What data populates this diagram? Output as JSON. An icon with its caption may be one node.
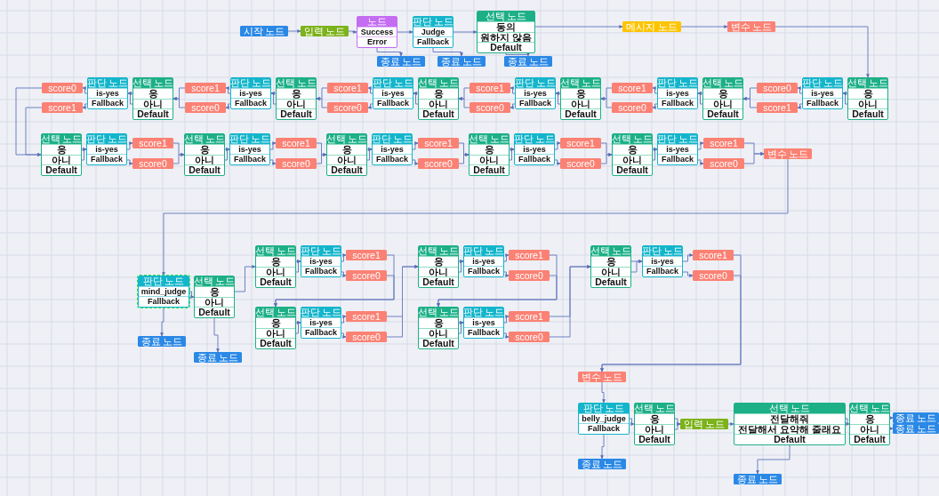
{
  "diagram": {
    "nodes": [
      {
        "text": [
          "시작 노드"
        ]
      },
      {
        "text": [
          "입력 노드"
        ]
      },
      {
        "text": [
          "노드",
          "Success",
          "Error"
        ]
      },
      {
        "text": [
          "판단 노드",
          "Judge",
          "Fallback"
        ]
      },
      {
        "text": [
          "선택 노드",
          "동의",
          "원하지 않음",
          "Default"
        ]
      },
      {
        "text": [
          "종료 노드"
        ]
      },
      {
        "text": [
          "종료 노드"
        ]
      },
      {
        "text": [
          "종료 노드"
        ]
      },
      {
        "text": [
          "메시지 노드"
        ]
      },
      {
        "text": [
          "변수 노드"
        ]
      },
      {
        "text": [
          "선택 노드",
          "응",
          "아니",
          "Default"
        ]
      },
      {
        "text": [
          "판단 노드",
          "is-yes",
          "Fallback"
        ]
      },
      {
        "text": [
          "score0"
        ]
      },
      {
        "text": [
          "score1"
        ]
      },
      {
        "text": [
          "선택 노드",
          "응",
          "아니",
          "Default"
        ]
      },
      {
        "text": [
          "판단 노드",
          "is-yes",
          "Fallback"
        ]
      },
      {
        "text": [
          "score1"
        ]
      },
      {
        "text": [
          "score0"
        ]
      },
      {
        "text": [
          "선택 노드",
          "응",
          "아니",
          "Default"
        ]
      },
      {
        "text": [
          "판단 노드",
          "is-yes",
          "Fallback"
        ]
      },
      {
        "text": [
          "score1"
        ]
      },
      {
        "text": [
          "score0"
        ]
      },
      {
        "text": [
          "선택 노드",
          "응",
          "아니",
          "Default"
        ]
      },
      {
        "text": [
          "판단 노드",
          "is-yes",
          "Fallback"
        ]
      },
      {
        "text": [
          "score1"
        ]
      },
      {
        "text": [
          "score0"
        ]
      },
      {
        "text": [
          "선택 노드",
          "응",
          "아니",
          "Default"
        ]
      },
      {
        "text": [
          "판단 노드",
          "is-yes",
          "Fallback"
        ]
      },
      {
        "text": [
          "score1"
        ]
      },
      {
        "text": [
          "score0"
        ]
      },
      {
        "text": [
          "선택 노드",
          "응",
          "아니",
          "Default"
        ]
      },
      {
        "text": [
          "판단 노드",
          "is-yes",
          "Fallback"
        ]
      },
      {
        "text": [
          "score0"
        ]
      },
      {
        "text": [
          "score1"
        ]
      },
      {
        "text": [
          "선택 노드",
          "응",
          "아니",
          "Default"
        ]
      },
      {
        "text": [
          "판단 노드",
          "is-yes",
          "Fallback"
        ]
      },
      {
        "text": [
          "score1"
        ]
      },
      {
        "text": [
          "score0"
        ]
      },
      {
        "text": [
          "선택 노드",
          "응",
          "아니",
          "Default"
        ]
      },
      {
        "text": [
          "판단 노드",
          "is-yes",
          "Fallback"
        ]
      },
      {
        "text": [
          "score1"
        ]
      },
      {
        "text": [
          "score0"
        ]
      },
      {
        "text": [
          "선택 노드",
          "응",
          "아니",
          "Default"
        ]
      },
      {
        "text": [
          "판단 노드",
          "is-yes",
          "Fallback"
        ]
      },
      {
        "text": [
          "score1"
        ]
      },
      {
        "text": [
          "score0"
        ]
      },
      {
        "text": [
          "선택 노드",
          "응",
          "아니",
          "Default"
        ]
      },
      {
        "text": [
          "판단 노드",
          "is-yes",
          "Fallback"
        ]
      },
      {
        "text": [
          "score1"
        ]
      },
      {
        "text": [
          "score0"
        ]
      },
      {
        "text": [
          "선택 노드",
          "응",
          "아니",
          "Default"
        ]
      },
      {
        "text": [
          "판단 노드",
          "is-yes",
          "Fallback"
        ]
      },
      {
        "text": [
          "score1"
        ]
      },
      {
        "text": [
          "score0"
        ]
      },
      {
        "text": [
          "변수 노드"
        ]
      },
      {
        "text": [
          "판단 노드",
          "mind_judge",
          "Fallback"
        ]
      },
      {
        "text": [
          "종료 노드"
        ]
      },
      {
        "text": [
          "선택 노드",
          "응",
          "아니",
          "Default"
        ]
      },
      {
        "text": [
          "종료 노드"
        ]
      },
      {
        "text": [
          "선택 노드",
          "응",
          "아니",
          "Default"
        ]
      },
      {
        "text": [
          "판단 노드",
          "is-yes",
          "Fallback"
        ]
      },
      {
        "text": [
          "score1"
        ]
      },
      {
        "text": [
          "score0"
        ]
      },
      {
        "text": [
          "선택 노드",
          "응",
          "아니",
          "Default"
        ]
      },
      {
        "text": [
          "판단 노드",
          "is-yes",
          "Fallback"
        ]
      },
      {
        "text": [
          "score1"
        ]
      },
      {
        "text": [
          "score0"
        ]
      },
      {
        "text": [
          "선택 노드",
          "응",
          "아니",
          "Default"
        ]
      },
      {
        "text": [
          "판단 노드",
          "is-yes",
          "Fallback"
        ]
      },
      {
        "text": [
          "score1"
        ]
      },
      {
        "text": [
          "score0"
        ]
      },
      {
        "text": [
          "선택 노드",
          "응",
          "아니",
          "Default"
        ]
      },
      {
        "text": [
          "판단 노드",
          "is-yes",
          "Fallback"
        ]
      },
      {
        "text": [
          "score1"
        ]
      },
      {
        "text": [
          "score0"
        ]
      },
      {
        "text": [
          "선택 노드",
          "응",
          "아니",
          "Default"
        ]
      },
      {
        "text": [
          "판단 노드",
          "is-yes",
          "Fallback"
        ]
      },
      {
        "text": [
          "score1"
        ]
      },
      {
        "text": [
          "score0"
        ]
      },
      {
        "text": [
          "변수 노드"
        ]
      },
      {
        "text": [
          "판단 노드",
          "belly_judge",
          "Fallback"
        ]
      },
      {
        "text": [
          "종료 노드"
        ]
      },
      {
        "text": [
          "선택 노드",
          "응",
          "아니",
          "Default"
        ]
      },
      {
        "text": [
          "입력 노드"
        ]
      },
      {
        "text": [
          "선택 노드",
          "전달해줘",
          "전달해서 요약해 줄래요",
          "Default"
        ]
      },
      {
        "text": [
          "종료 노드"
        ]
      },
      {
        "text": [
          "선택 노드",
          "응",
          "아니",
          "Default"
        ]
      },
      {
        "text": [
          "종료 노드"
        ]
      },
      {
        "text": [
          "종료 노드"
        ]
      }
    ],
    "edges": [
      {
        "from": 0,
        "to": 1,
        "arrow": "to"
      },
      {
        "from": 1,
        "to": 2,
        "arrow": "to"
      },
      {
        "from": 2,
        "to": 3,
        "arrow": "to"
      },
      {
        "from": 2,
        "to": 5,
        "arrow": "to"
      },
      {
        "from": 3,
        "to": 4,
        "arrow": "to"
      },
      {
        "from": 3,
        "to": 6,
        "arrow": "to"
      },
      {
        "from": 4,
        "to": 7,
        "arrow": "to"
      },
      {
        "from": 4,
        "to": 8,
        "arrow": "to"
      },
      {
        "from": 8,
        "to": 9,
        "arrow": "to"
      },
      {
        "from": 9,
        "to": 10,
        "arrow": "to"
      },
      {
        "from": 10,
        "to": 11,
        "arrow": "to"
      },
      {
        "from": 10,
        "to": 11,
        "arrow": "to"
      },
      {
        "from": 11,
        "to": 12,
        "arrow": "to"
      },
      {
        "from": 11,
        "to": 13,
        "arrow": "to"
      },
      {
        "from": 12,
        "to": 14,
        "arrow": "to"
      },
      {
        "from": 13,
        "to": 14,
        "arrow": "to"
      },
      {
        "from": 14,
        "to": 15,
        "arrow": "to"
      },
      {
        "from": 14,
        "to": 15,
        "arrow": "to"
      },
      {
        "from": 15,
        "to": 16,
        "arrow": "to"
      },
      {
        "from": 15,
        "to": 17,
        "arrow": "to"
      },
      {
        "from": 16,
        "to": 18,
        "arrow": "to"
      },
      {
        "from": 17,
        "to": 18,
        "arrow": "to"
      },
      {
        "from": 18,
        "to": 19,
        "arrow": "to"
      },
      {
        "from": 18,
        "to": 19,
        "arrow": "to"
      },
      {
        "from": 19,
        "to": 20,
        "arrow": "to"
      },
      {
        "from": 19,
        "to": 21,
        "arrow": "to"
      },
      {
        "from": 20,
        "to": 22,
        "arrow": "to"
      },
      {
        "from": 21,
        "to": 22,
        "arrow": "to"
      },
      {
        "from": 22,
        "to": 23,
        "arrow": "to"
      },
      {
        "from": 22,
        "to": 23,
        "arrow": "to"
      },
      {
        "from": 23,
        "to": 24,
        "arrow": "to"
      },
      {
        "from": 23,
        "to": 25,
        "arrow": "to"
      },
      {
        "from": 24,
        "to": 26,
        "arrow": "to"
      },
      {
        "from": 25,
        "to": 26,
        "arrow": "to"
      },
      {
        "from": 26,
        "to": 27,
        "arrow": "to"
      },
      {
        "from": 26,
        "to": 27,
        "arrow": "to"
      },
      {
        "from": 27,
        "to": 28,
        "arrow": "to"
      },
      {
        "from": 27,
        "to": 29,
        "arrow": "to"
      },
      {
        "from": 28,
        "to": 30,
        "arrow": "to"
      },
      {
        "from": 29,
        "to": 30,
        "arrow": "to"
      },
      {
        "from": 30,
        "to": 31,
        "arrow": "to"
      },
      {
        "from": 30,
        "to": 31,
        "arrow": "to"
      },
      {
        "from": 31,
        "to": 32,
        "arrow": "to"
      },
      {
        "from": 31,
        "to": 33,
        "arrow": "to"
      },
      {
        "from": 32,
        "to": 34,
        "arrow": "to"
      },
      {
        "from": 33,
        "to": 34,
        "arrow": "to"
      },
      {
        "from": 34,
        "to": 35,
        "arrow": "to"
      },
      {
        "from": 34,
        "to": 35,
        "arrow": "to"
      },
      {
        "from": 35,
        "to": 36,
        "arrow": "to"
      },
      {
        "from": 35,
        "to": 37,
        "arrow": "to"
      },
      {
        "from": 36,
        "to": 38,
        "arrow": "to"
      },
      {
        "from": 37,
        "to": 38,
        "arrow": "to"
      },
      {
        "from": 38,
        "to": 39,
        "arrow": "to"
      },
      {
        "from": 38,
        "to": 39,
        "arrow": "to"
      },
      {
        "from": 39,
        "to": 40,
        "arrow": "to"
      },
      {
        "from": 39,
        "to": 41,
        "arrow": "to"
      },
      {
        "from": 40,
        "to": 42,
        "arrow": "to"
      },
      {
        "from": 41,
        "to": 42,
        "arrow": "to"
      },
      {
        "from": 42,
        "to": 43,
        "arrow": "to"
      },
      {
        "from": 42,
        "to": 43,
        "arrow": "to"
      },
      {
        "from": 43,
        "to": 44,
        "arrow": "to"
      },
      {
        "from": 43,
        "to": 45,
        "arrow": "to"
      },
      {
        "from": 44,
        "to": 46,
        "arrow": "to"
      },
      {
        "from": 45,
        "to": 46,
        "arrow": "to"
      },
      {
        "from": 46,
        "to": 47,
        "arrow": "to"
      },
      {
        "from": 46,
        "to": 47,
        "arrow": "to"
      },
      {
        "from": 47,
        "to": 48,
        "arrow": "to"
      },
      {
        "from": 47,
        "to": 49,
        "arrow": "to"
      },
      {
        "from": 48,
        "to": 50,
        "arrow": "to"
      },
      {
        "from": 49,
        "to": 50,
        "arrow": "to"
      },
      {
        "from": 50,
        "to": 51,
        "arrow": "to"
      },
      {
        "from": 50,
        "to": 51,
        "arrow": "to"
      },
      {
        "from": 51,
        "to": 52,
        "arrow": "to"
      },
      {
        "from": 51,
        "to": 53,
        "arrow": "to"
      },
      {
        "from": 52,
        "to": 54,
        "arrow": "to"
      },
      {
        "from": 53,
        "to": 54,
        "arrow": "to"
      },
      {
        "from": 54,
        "to": 55,
        "arrow": "to"
      },
      {
        "from": 55,
        "to": 56,
        "arrow": "to"
      },
      {
        "from": 55,
        "to": 57,
        "arrow": "to"
      },
      {
        "from": 57,
        "to": 58,
        "arrow": "to"
      },
      {
        "from": 57,
        "to": 59,
        "arrow": "to"
      },
      {
        "from": 59,
        "to": 60,
        "arrow": "to"
      },
      {
        "from": 59,
        "to": 60,
        "arrow": "to"
      },
      {
        "from": 60,
        "to": 61,
        "arrow": "to"
      },
      {
        "from": 60,
        "to": 62,
        "arrow": "to"
      },
      {
        "from": 61,
        "to": 63,
        "arrow": "to"
      },
      {
        "from": 62,
        "to": 63,
        "arrow": "to"
      },
      {
        "from": 63,
        "to": 64,
        "arrow": "to"
      },
      {
        "from": 63,
        "to": 64,
        "arrow": "to"
      },
      {
        "from": 64,
        "to": 65,
        "arrow": "to"
      },
      {
        "from": 64,
        "to": 66,
        "arrow": "to"
      },
      {
        "from": 65,
        "to": 67,
        "arrow": "to"
      },
      {
        "from": 66,
        "to": 67,
        "arrow": "to"
      },
      {
        "from": 67,
        "to": 68,
        "arrow": "to"
      },
      {
        "from": 67,
        "to": 68,
        "arrow": "to"
      },
      {
        "from": 68,
        "to": 69,
        "arrow": "to"
      },
      {
        "from": 68,
        "to": 70,
        "arrow": "to"
      },
      {
        "from": 69,
        "to": 71,
        "arrow": "to"
      },
      {
        "from": 70,
        "to": 71,
        "arrow": "to"
      },
      {
        "from": 71,
        "to": 72,
        "arrow": "to"
      },
      {
        "from": 71,
        "to": 72,
        "arrow": "to"
      },
      {
        "from": 72,
        "to": 73,
        "arrow": "to"
      },
      {
        "from": 72,
        "to": 74,
        "arrow": "to"
      },
      {
        "from": 73,
        "to": 75,
        "arrow": "to"
      },
      {
        "from": 74,
        "to": 75,
        "arrow": "to"
      },
      {
        "from": 75,
        "to": 76,
        "arrow": "to"
      },
      {
        "from": 75,
        "to": 76,
        "arrow": "to"
      },
      {
        "from": 76,
        "to": 77,
        "arrow": "to"
      },
      {
        "from": 76,
        "to": 78,
        "arrow": "to"
      },
      {
        "from": 77,
        "to": 79,
        "arrow": "to"
      },
      {
        "from": 78,
        "to": 79,
        "arrow": "to"
      },
      {
        "from": 79,
        "to": 80,
        "arrow": "to"
      },
      {
        "from": 80,
        "to": 81,
        "arrow": "to"
      },
      {
        "from": 80,
        "to": 82,
        "arrow": "to"
      },
      {
        "from": 82,
        "to": 83,
        "arrow": "to"
      },
      {
        "from": 82,
        "to": 83,
        "arrow": "to"
      },
      {
        "from": 83,
        "to": 84,
        "arrow": "to"
      },
      {
        "from": 84,
        "to": 85,
        "arrow": "to"
      },
      {
        "from": 84,
        "to": 86,
        "arrow": "to"
      },
      {
        "from": 86,
        "to": 87,
        "arrow": "to"
      },
      {
        "from": 86,
        "to": 88,
        "arrow": "to"
      }
    ]
  }
}
